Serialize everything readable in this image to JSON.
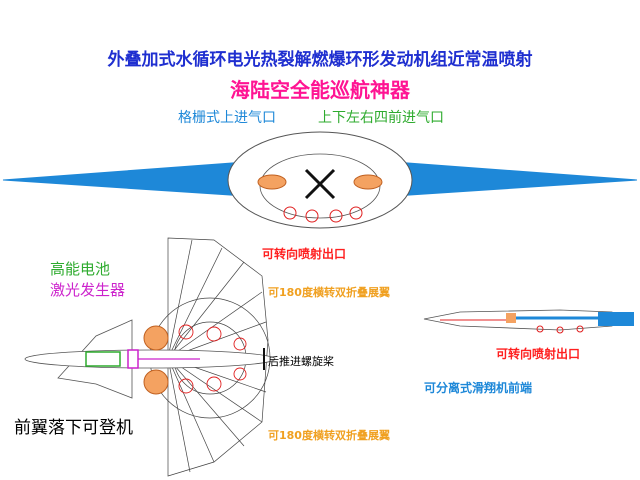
{
  "title_line1": "外叠加式水循环电光热裂解燃爆环形发动机组近常温喷射",
  "title_line2": "海陆空全能巡航神器",
  "labels": {
    "intake_grille": "格栅式上进气口",
    "intake_multi": "上下左右四前进气口",
    "rotatable_nozzle": "可转向喷射出口",
    "folding_wing_top": "可180度横转双折叠展翼",
    "battery": "高能电池",
    "laser": "激光发生器",
    "rear_propeller": "后推进螺旋桨",
    "folding_wing_bottom": "可180度横转双折叠展翼",
    "front_wing_landing": "前翼落下可登机",
    "rotatable_nozzle_2": "可转向喷射出口",
    "glider_front": "可分离式滑翔机前端"
  },
  "colors": {
    "title_blue": "#1f2fd0",
    "title_pink": "#ff1493",
    "wing_blue": "#1e88d8",
    "nozzle_red": "#ff2020",
    "wing_orange": "#f0a020",
    "battery_green": "#2eab2e",
    "laser_magenta": "#cc22cc"
  }
}
